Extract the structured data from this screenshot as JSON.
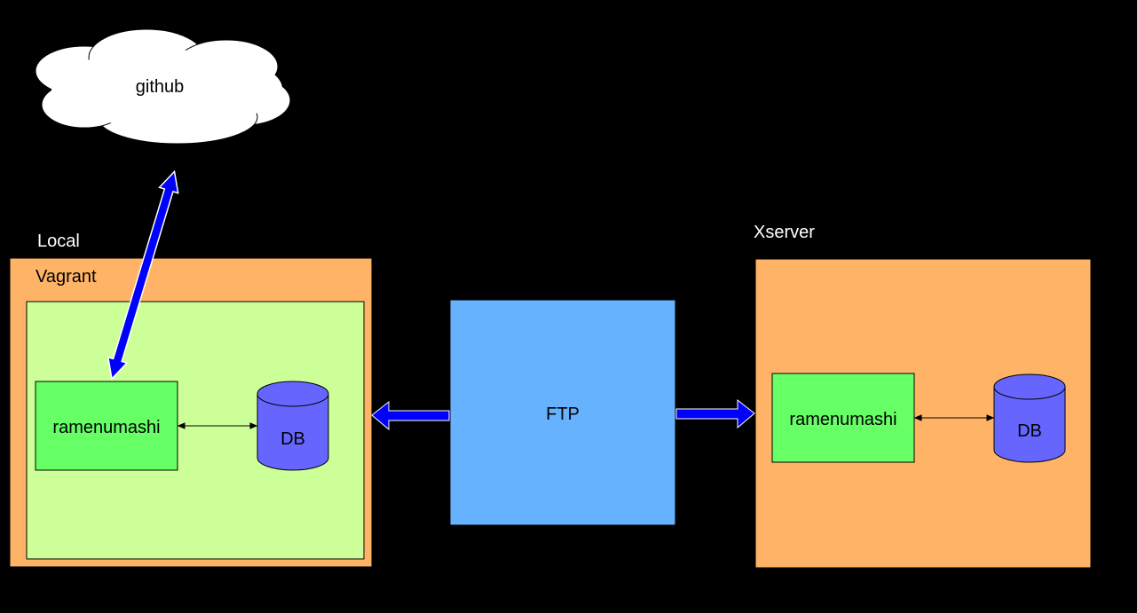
{
  "cloud": {
    "label": "github"
  },
  "local": {
    "title": "Local",
    "vagrant_label": "Vagrant",
    "app_label": "ramenumashi",
    "db_label": "DB"
  },
  "ftp": {
    "label": "FTP"
  },
  "xserver": {
    "title": "Xserver",
    "app_label": "ramenumashi",
    "db_label": "DB"
  },
  "colors": {
    "background": "#000000",
    "server_box": "#ffb366",
    "vagrant_box": "#cdff99",
    "app_box": "#66ff66",
    "db": "#6666ff",
    "ftp_box": "#66b2ff",
    "blue_arrow": "#0000ff",
    "cloud": "#ffffff"
  },
  "icons": {
    "cloud": "cloud-icon",
    "db": "database-cylinder-icon",
    "arrow": "arrow-icon"
  }
}
